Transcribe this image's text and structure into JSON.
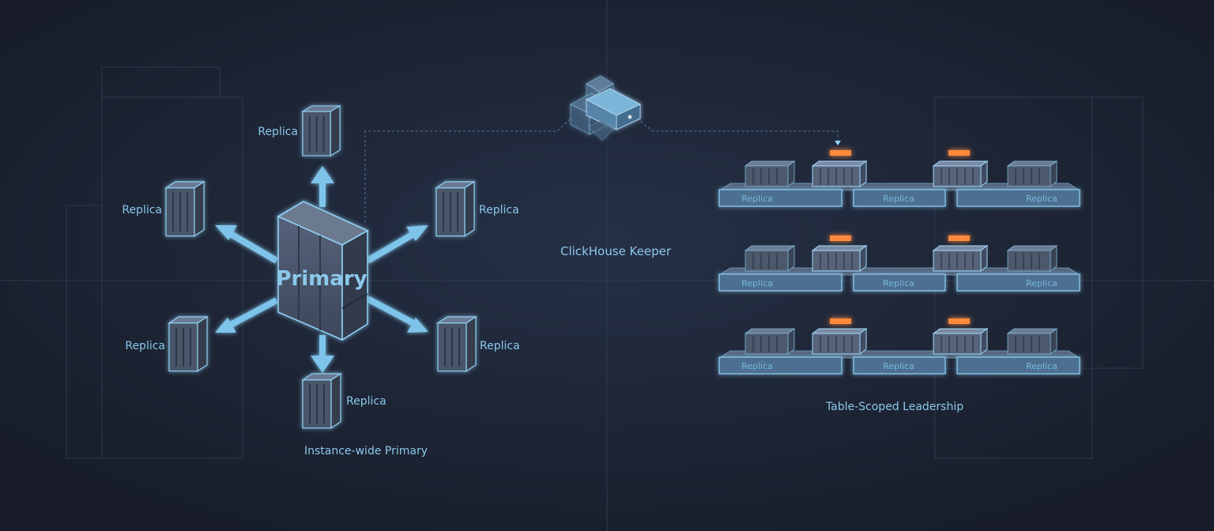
{
  "left": {
    "primary_label": "Primary",
    "replica_labels": [
      "Replica",
      "Replica",
      "Replica",
      "Replica",
      "Replica",
      "Replica"
    ],
    "caption": "Instance-wide Primary"
  },
  "center": {
    "caption": "ClickHouse Keeper"
  },
  "right": {
    "rows": [
      {
        "tray_labels": [
          "Replica",
          "Replica",
          "Replica"
        ]
      },
      {
        "tray_labels": [
          "Replica",
          "Replica",
          "Replica"
        ]
      },
      {
        "tray_labels": [
          "Replica",
          "Replica",
          "Replica"
        ]
      }
    ],
    "caption": "Table-Scoped Leadership"
  },
  "colors": {
    "background": "#1b2130",
    "accent_blue": "#7ec4ea",
    "leader_orange": "#ff8a3d",
    "server_body": "#4a5566"
  }
}
